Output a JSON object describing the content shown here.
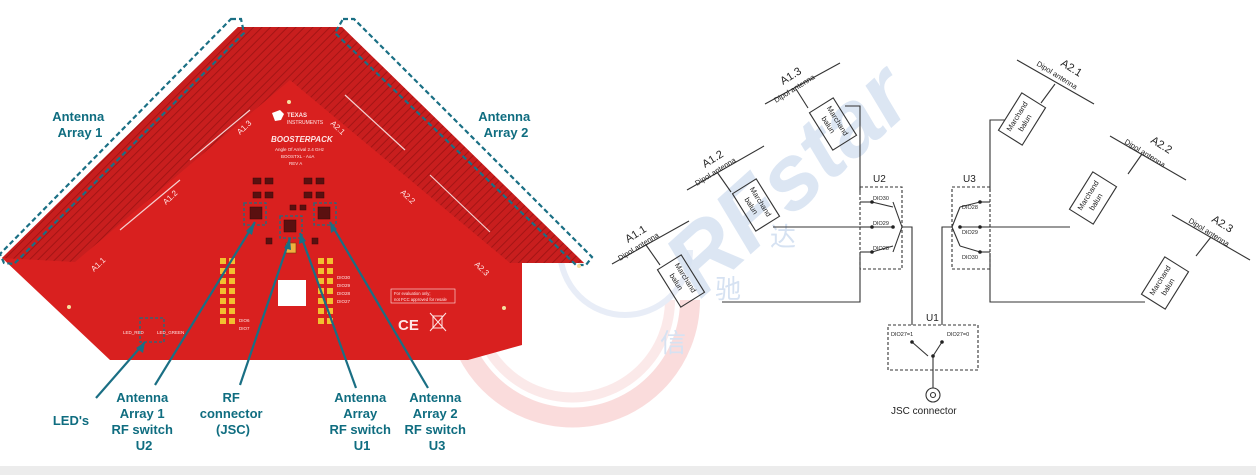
{
  "pcb": {
    "array1_label": [
      "Antenna",
      "Array 1"
    ],
    "array2_label": [
      "Antenna",
      "Array 2"
    ],
    "silk_labels": [
      "A1.1",
      "A1.2",
      "A1.3",
      "A2.1",
      "A2.2",
      "A2.3"
    ],
    "logo_line1": "TEXAS",
    "logo_line2": "INSTRUMENTS",
    "board_title": "BOOSTERPACK",
    "board_sub1": "Angle Of Arrival 2.4 GHz",
    "board_sub2": "BOOSTXL - AoA",
    "board_sub3": "REV A",
    "led_labels": [
      "LED_RED",
      "LED_GREEN"
    ],
    "dio_labels": [
      "DIO30",
      "DIO29",
      "DIO28",
      "DIO27"
    ],
    "dio_left_labels": [
      "DIO6",
      "DIO7"
    ],
    "fcc_note_1": "For evaluation only;",
    "fcc_note_2": "not FCC approved for resale",
    "ce_mark": "CE",
    "callouts": [
      [
        "LED's"
      ],
      [
        "Antenna",
        "Array 1",
        "RF switch",
        "U2"
      ],
      [
        "RF",
        "connector",
        "(JSC)"
      ],
      [
        "Antenna",
        "Array",
        "RF switch",
        "U1"
      ],
      [
        "Antenna",
        "Array 2",
        "RF switch",
        "U3"
      ]
    ]
  },
  "watermark": {
    "brand": "RFstar",
    "chinese": [
      "信",
      "驰",
      "达"
    ]
  },
  "schematic": {
    "antennas_left": [
      {
        "id": "A1.3",
        "type": "Dipol antenna",
        "balun": [
          "Marchand",
          "balun"
        ]
      },
      {
        "id": "A1.2",
        "type": "Dipol antenna",
        "balun": [
          "Marchand",
          "balun"
        ]
      },
      {
        "id": "A1.1",
        "type": "Dipol antenna",
        "balun": [
          "Marchand",
          "balun"
        ]
      }
    ],
    "antennas_right": [
      {
        "id": "A2.1",
        "type": "Dipol antenna",
        "balun": [
          "Marchand",
          "balun"
        ]
      },
      {
        "id": "A2.2",
        "type": "Dipol antenna",
        "balun": [
          "Marchand",
          "balun"
        ]
      },
      {
        "id": "A2.3",
        "type": "Dipol antenna",
        "balun": [
          "Marchand",
          "balun"
        ]
      }
    ],
    "u2": {
      "name": "U2",
      "pins": [
        "DIO30",
        "DIO29",
        "DIO28"
      ]
    },
    "u3": {
      "name": "U3",
      "pins": [
        "DIO28",
        "DIO29",
        "DIO30"
      ]
    },
    "u1": {
      "name": "U1",
      "left_pin": "DIO27=1",
      "right_pin": "DIO27=0"
    },
    "connector_label": "JSC connector"
  }
}
